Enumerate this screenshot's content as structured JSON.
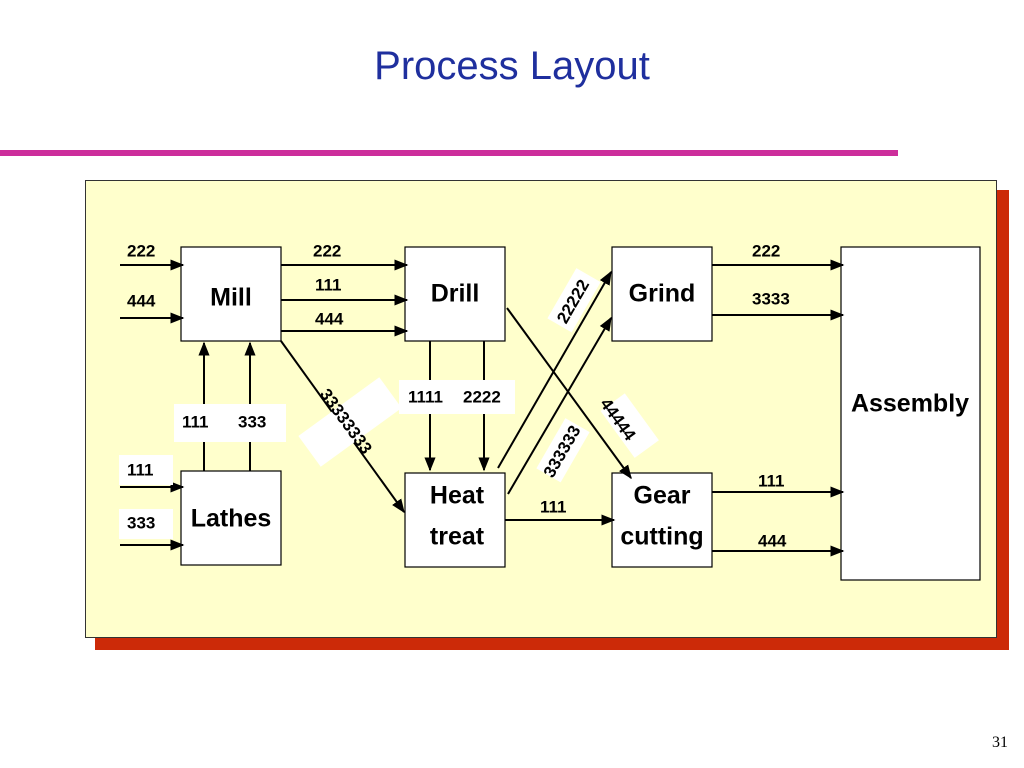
{
  "title": "Process Layout",
  "page_number": "31",
  "departments": {
    "mill": "Mill",
    "drill": "Drill",
    "grind": "Grind",
    "assembly": "Assembly",
    "lathes": "Lathes",
    "heat_treat_line1": "Heat",
    "heat_treat_line2": "treat",
    "gear_cutting_line1": "Gear",
    "gear_cutting_line2": "cutting"
  },
  "flows": {
    "in_mill_top": "222",
    "in_mill_bottom": "444",
    "mill_drill_1": "222",
    "mill_drill_2": "111",
    "mill_drill_3": "444",
    "lathes_mill_1": "111",
    "lathes_mill_2": "333",
    "in_lathes_top": "111",
    "in_lathes_bottom": "333",
    "mill_heat": "33333333",
    "drill_heat_1": "1111",
    "drill_heat_2": "2222",
    "heat_grind": "22222",
    "drill_gear": "44444",
    "heat_grind_2": "333333",
    "heat_gear": "111",
    "grind_asm_1": "222",
    "grind_asm_2": "3333",
    "gear_asm_1": "111",
    "gear_asm_2": "444"
  }
}
